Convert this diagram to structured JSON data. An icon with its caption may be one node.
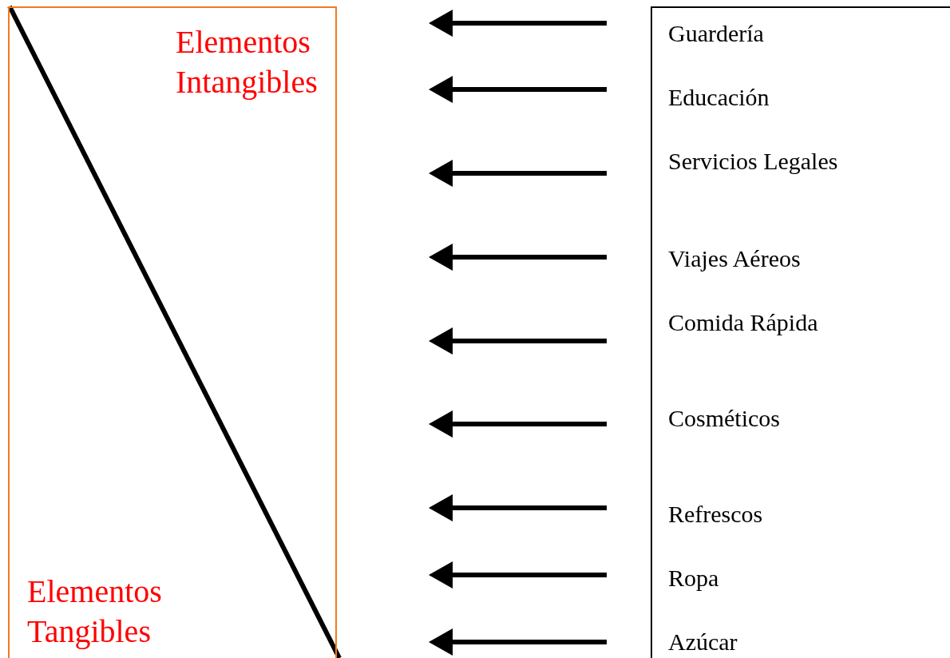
{
  "diagram": {
    "nodes": [
      {
        "text": [
          "Elementos Intangibles",
          "Elementos Tangibles"
        ]
      },
      {
        "text": [
          "Guardería",
          "Educación",
          "Servicios Legales",
          "Viajes Aéreos",
          "Comida Rápida",
          "Cosméticos",
          "Refrescos",
          "Ropa",
          "Azúcar"
        ]
      }
    ],
    "edges": []
  }
}
